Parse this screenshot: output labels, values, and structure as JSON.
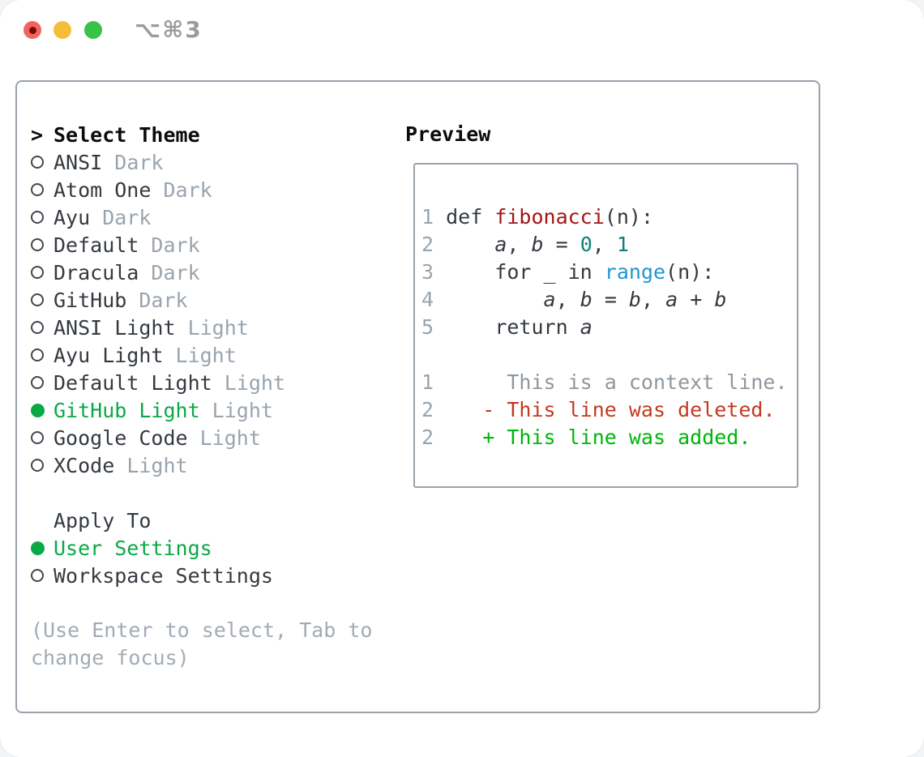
{
  "window": {
    "title": "⌥⌘3",
    "traffic_lights": {
      "close": "#f4645f",
      "close_dot": "#7a0c06",
      "minimize": "#f6bd3b",
      "zoom": "#37c346"
    }
  },
  "theme_picker": {
    "prompt": ">",
    "title": "Select Theme",
    "themes": [
      {
        "name": "ANSI",
        "variant": "Dark",
        "selected": false
      },
      {
        "name": "Atom One",
        "variant": "Dark",
        "selected": false
      },
      {
        "name": "Ayu",
        "variant": "Dark",
        "selected": false
      },
      {
        "name": "Default",
        "variant": "Dark",
        "selected": false
      },
      {
        "name": "Dracula",
        "variant": "Dark",
        "selected": false
      },
      {
        "name": "GitHub",
        "variant": "Dark",
        "selected": false
      },
      {
        "name": "ANSI Light",
        "variant": "Light",
        "selected": false
      },
      {
        "name": "Ayu Light",
        "variant": "Light",
        "selected": false
      },
      {
        "name": "Default Light",
        "variant": "Light",
        "selected": false
      },
      {
        "name": "GitHub Light",
        "variant": "Light",
        "selected": true
      },
      {
        "name": "Google Code",
        "variant": "Light",
        "selected": false
      },
      {
        "name": "XCode",
        "variant": "Light",
        "selected": false
      }
    ],
    "apply_to": {
      "title": "Apply To",
      "options": [
        {
          "label": "User Settings",
          "selected": true
        },
        {
          "label": "Workspace Settings",
          "selected": false
        }
      ]
    },
    "hint_lines": [
      "(Use Enter to select, Tab to",
      "change focus)"
    ]
  },
  "preview": {
    "title": "Preview",
    "code_lines": [
      [
        {
          "t": "1 ",
          "c": "num"
        },
        {
          "t": "def ",
          "c": "fg"
        },
        {
          "t": "fibonacci",
          "c": "func"
        },
        {
          "t": "(n):",
          "c": "fg"
        }
      ],
      [
        {
          "t": "2 ",
          "c": "num"
        },
        {
          "t": "    ",
          "c": "fg"
        },
        {
          "t": "a",
          "c": "var"
        },
        {
          "t": ", ",
          "c": "fg"
        },
        {
          "t": "b",
          "c": "var"
        },
        {
          "t": " = ",
          "c": "fg"
        },
        {
          "t": "0",
          "c": "number"
        },
        {
          "t": ", ",
          "c": "fg"
        },
        {
          "t": "1",
          "c": "number"
        }
      ],
      [
        {
          "t": "3 ",
          "c": "num"
        },
        {
          "t": "    for _ in ",
          "c": "fg"
        },
        {
          "t": "range",
          "c": "builtin"
        },
        {
          "t": "(n):",
          "c": "fg"
        }
      ],
      [
        {
          "t": "4 ",
          "c": "num"
        },
        {
          "t": "        ",
          "c": "fg"
        },
        {
          "t": "a",
          "c": "var"
        },
        {
          "t": ", ",
          "c": "fg"
        },
        {
          "t": "b",
          "c": "var"
        },
        {
          "t": " = ",
          "c": "fg"
        },
        {
          "t": "b",
          "c": "var"
        },
        {
          "t": ", ",
          "c": "fg"
        },
        {
          "t": "a",
          "c": "var"
        },
        {
          "t": " + ",
          "c": "fg"
        },
        {
          "t": "b",
          "c": "var"
        }
      ],
      [
        {
          "t": "5 ",
          "c": "num"
        },
        {
          "t": "    return ",
          "c": "fg"
        },
        {
          "t": "a",
          "c": "var"
        }
      ],
      [],
      [
        {
          "t": "1      ",
          "c": "num"
        },
        {
          "t": "This is a context line.",
          "c": "ctx"
        }
      ],
      [
        {
          "t": "2    ",
          "c": "num"
        },
        {
          "t": "- This line was deleted.",
          "c": "del"
        }
      ],
      [
        {
          "t": "2    ",
          "c": "num"
        },
        {
          "t": "+ This line was added.",
          "c": "add"
        }
      ]
    ]
  },
  "colors": {
    "fg": "#343a40",
    "num": "#9aa4ae",
    "func": "#a31515",
    "number": "#0e7f7a",
    "builtin": "#1f97d4",
    "var": "#343a40",
    "ctx": "#8f979f",
    "del": "#c23a20",
    "add": "#00b50c",
    "selected_green": "#0aa948",
    "suffix_gray": "#9aa4ae",
    "hint_gray": "#a2abb5",
    "panel_border": "#9aa2ab"
  }
}
